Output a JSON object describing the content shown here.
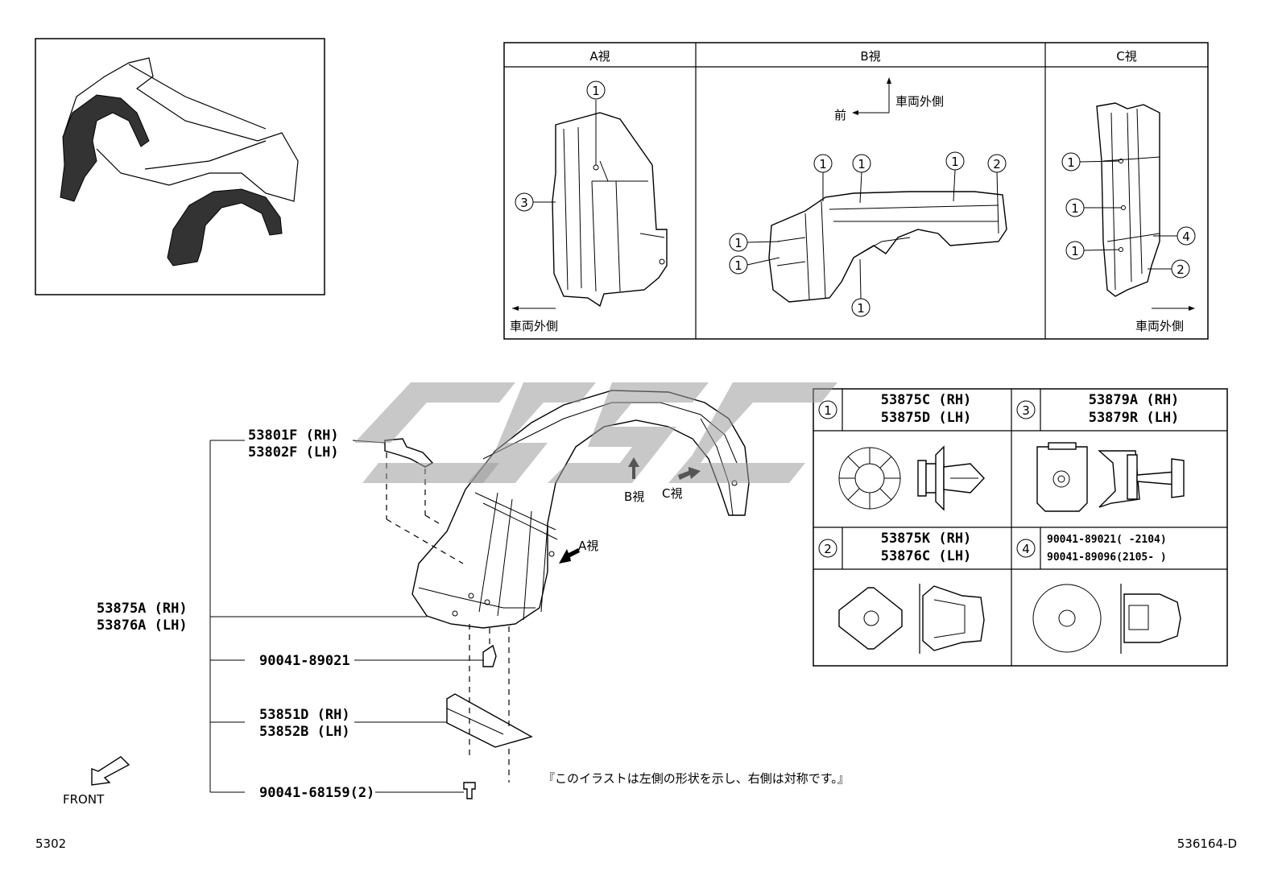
{
  "views": {
    "a": {
      "title": "A視",
      "direction": "車両外側",
      "callouts": [
        "1",
        "3"
      ]
    },
    "b": {
      "title": "B視",
      "front": "前",
      "outboard": "車両外側",
      "callouts": [
        "1",
        "1",
        "1",
        "2",
        "1",
        "1",
        "1"
      ]
    },
    "c": {
      "title": "C視",
      "direction": "車両外側",
      "callouts": [
        "1",
        "1",
        "1",
        "4",
        "2"
      ]
    }
  },
  "fastener_table": {
    "cells": [
      {
        "num": "1",
        "line1": "53875C (RH)",
        "line2": "53875D (LH)"
      },
      {
        "num": "3",
        "line1": "53879A (RH)",
        "line2": "53879R (LH)"
      },
      {
        "num": "2",
        "line1": "53875K (RH)",
        "line2": "53876C (LH)"
      },
      {
        "num": "4",
        "line1": "90041-89021(     -2104)",
        "line2": "90041-89096(2105-     )"
      }
    ]
  },
  "parts": {
    "bracket": {
      "rh": "53801F (RH)",
      "lh": "53802F (LH)"
    },
    "liner": {
      "rh": "53875A (RH)",
      "lh": "53876A (LH)"
    },
    "clip": "90041-89021",
    "cover": {
      "rh": "53851D (RH)",
      "lh": "53852B (LH)"
    },
    "screw": "90041-68159(2)"
  },
  "arrows": {
    "a": "A視",
    "b": "B視",
    "c": "C視"
  },
  "front_label": "FRONT",
  "note": "『このイラストは左側の形状を示し、右側は対称です。』",
  "page_code": "5302",
  "diagram_code": "536164-D"
}
